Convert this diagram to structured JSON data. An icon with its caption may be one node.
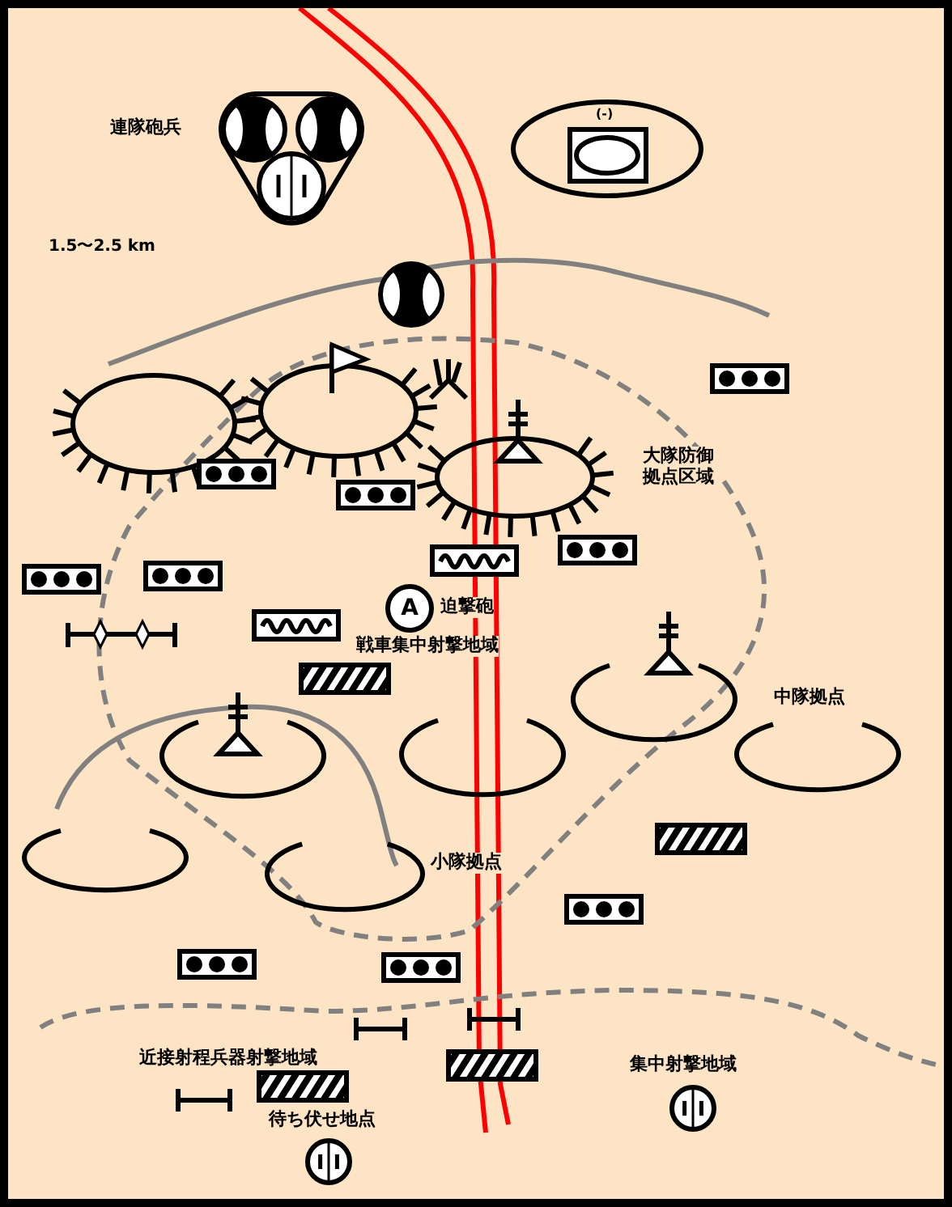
{
  "diagram": {
    "nodes": [
      {
        "text": [
          "A"
        ],
        "beside": [
          "迫撃砲"
        ]
      }
    ],
    "labels": [
      "連隊砲兵",
      "(-)",
      "1.5〜2.5 km",
      "大隊防御拠点区域",
      "戦車集中射撃地域",
      "中隊拠点",
      "小隊拠点",
      "近接射程兵器射撃地域",
      "集中射撃地域",
      "待ち伏せ地点"
    ]
  }
}
